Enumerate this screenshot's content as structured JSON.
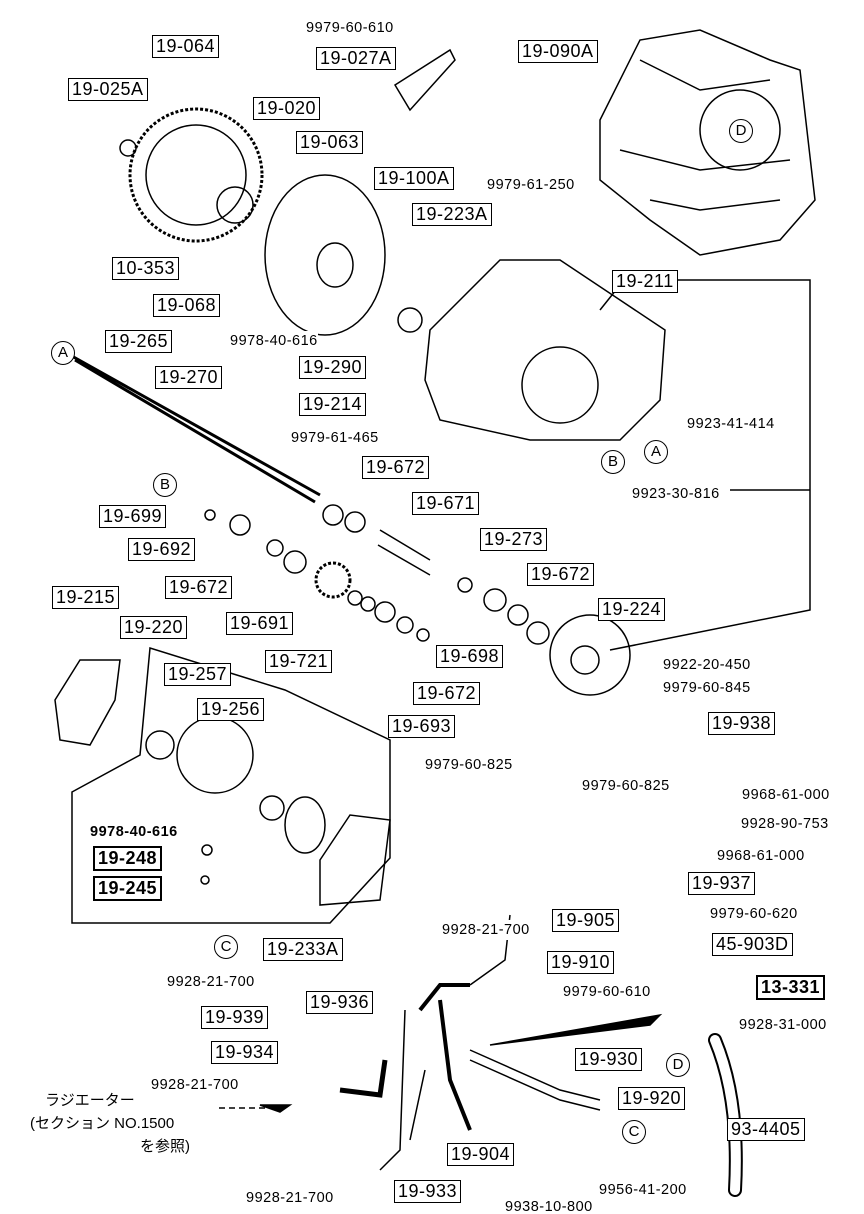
{
  "boxed_parts": {
    "p19_064": "19-064",
    "p19_025a": "19-025A",
    "p19_027a": "19-027A",
    "p19_090a": "19-090A",
    "p19_020": "19-020",
    "p19_063": "19-063",
    "p19_100a": "19-100A",
    "p19_223a": "19-223A",
    "p10_353": "10-353",
    "p19_068": "19-068",
    "p19_211": "19-211",
    "p19_265": "19-265",
    "p19_270": "19-270",
    "p19_290": "19-290",
    "p19_214": "19-214",
    "p19_672_a": "19-672",
    "p19_699": "19-699",
    "p19_671": "19-671",
    "p19_692": "19-692",
    "p19_273": "19-273",
    "p19_672_b": "19-672",
    "p19_672_c": "19-672",
    "p19_224": "19-224",
    "p19_691": "19-691",
    "p19_215": "19-215",
    "p19_220": "19-220",
    "p19_721": "19-721",
    "p19_698": "19-698",
    "p19_672_d": "19-672",
    "p19_257": "19-257",
    "p19_256": "19-256",
    "p19_693": "19-693",
    "p19_938": "19-938",
    "p19_248": "19-248",
    "p19_245": "19-245",
    "p19_937": "19-937",
    "p19_233a": "19-233A",
    "p19_905": "19-905",
    "p19_910": "19-910",
    "p45_903d": "45-903D",
    "p13_331": "13-331",
    "p19_936": "19-936",
    "p19_939": "19-939",
    "p19_934": "19-934",
    "p19_930": "19-930",
    "p19_920": "19-920",
    "p19_904": "19-904",
    "p19_933": "19-933",
    "p93_4405": "93-4405"
  },
  "plain_parts": {
    "n1": "9979-60-610",
    "n2": "9979-61-250",
    "n3": "9978-40-616",
    "n4": "9979-61-465",
    "n5": "9923-41-414",
    "n6": "9923-30-816",
    "n7": "9922-20-450",
    "n8": "9979-60-845",
    "n9": "9979-60-825",
    "n10": "9979-60-825",
    "n11": "9968-61-000",
    "n12": "9928-90-753",
    "n13": "9978-40-616",
    "n14": "9968-61-000",
    "n15": "9928-21-700",
    "n16": "9979-60-620",
    "n17": "9979-60-610",
    "n18": "9928-21-700",
    "n19": "9928-31-000",
    "n20": "9928-21-700",
    "n21": "9956-41-200",
    "n22": "9938-10-800",
    "n23": "9928-21-700"
  },
  "reference_markers": {
    "a1": "A",
    "a2": "A",
    "b1": "B",
    "b2": "B",
    "c1": "C",
    "c2": "C",
    "d1": "D",
    "d2": "D"
  },
  "note": {
    "line1": "ラジエーター",
    "line2": "(セクション NO.1500",
    "line3": "を参照)"
  }
}
